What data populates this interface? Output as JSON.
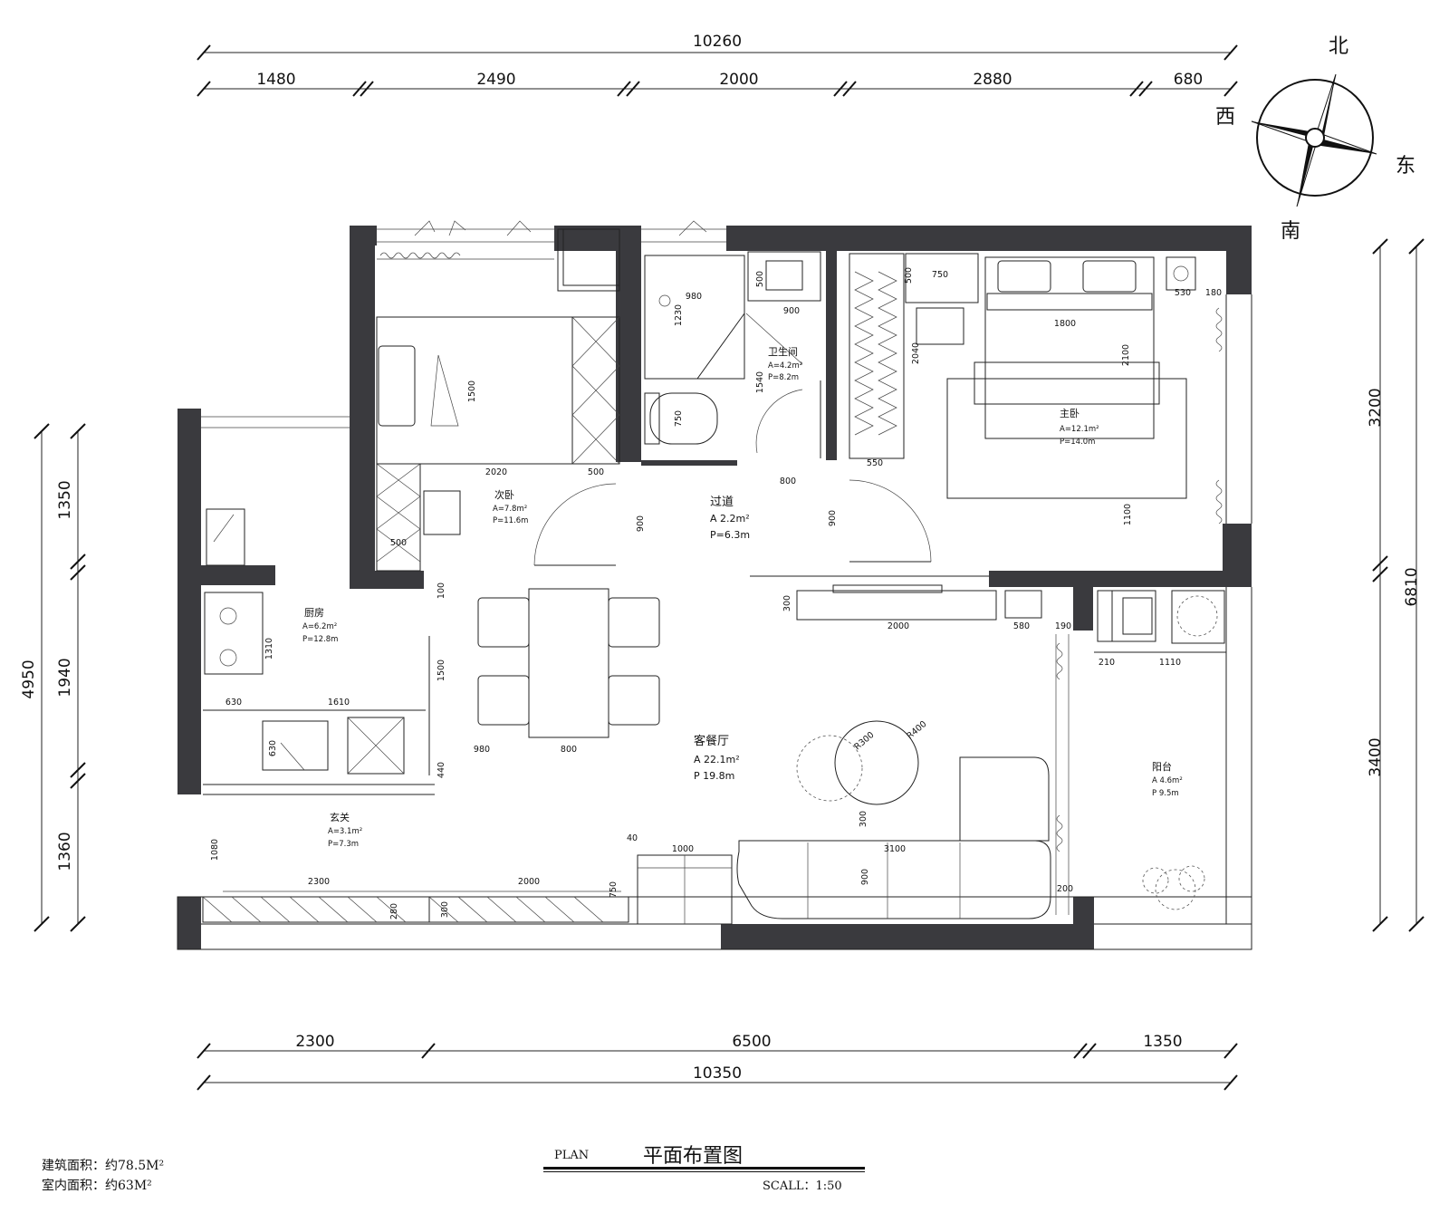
{
  "top_dims": {
    "overall": "10260",
    "segments": [
      "1480",
      "2490",
      "2000",
      "2880",
      "680"
    ]
  },
  "bottom_dims": {
    "overall": "10350",
    "segments": [
      "2300",
      "6500",
      "1350"
    ]
  },
  "left_dims": {
    "overall": "4950",
    "segments": [
      "1350",
      "1940",
      "1360"
    ]
  },
  "right_dims": {
    "overall": "6810",
    "segments": [
      "3200",
      "3400"
    ]
  },
  "compass": {
    "north": "北",
    "south": "南",
    "east": "东",
    "west": "西"
  },
  "rooms": {
    "second_bedroom": {
      "name": "次卧",
      "area": "A=7.8m²",
      "perimeter": "P=11.6m"
    },
    "bathroom": {
      "name": "卫生间",
      "area": "A=4.2m²",
      "perimeter": "P=8.2m"
    },
    "corridor": {
      "name": "过道",
      "area": "A 2.2m²",
      "perimeter": "P=6.3m"
    },
    "master_bedroom": {
      "name": "主卧",
      "area": "A=12.1m²",
      "perimeter": "P=14.0m"
    },
    "kitchen": {
      "name": "厨房",
      "area": "A=6.2m²",
      "perimeter": "P=12.8m"
    },
    "living_dining": {
      "name": "客餐厅",
      "area": "A 22.1m²",
      "perimeter": "P 19.8m"
    },
    "entrance": {
      "name": "玄关",
      "area": "A=3.1m²",
      "perimeter": "P=7.3m"
    },
    "balcony": {
      "name": "阳台",
      "area": "A 4.6m²",
      "perimeter": "P 9.5m"
    }
  },
  "inner_dims": {
    "d_500_sink": "500",
    "d_980": "980",
    "d_1230": "1230",
    "d_900_sink": "900",
    "d_1540": "1540",
    "d_750_wc": "750",
    "d_500_wr": "500",
    "d_750_desk": "750",
    "d_1800": "1800",
    "d_530": "530",
    "d_180": "180",
    "d_2040": "2040",
    "d_2100": "2100",
    "d_550": "550",
    "d_1100": "1100",
    "d_1500_bed": "1500",
    "d_2020": "2020",
    "d_500_a": "500",
    "d_500_b": "500",
    "d_800_corr": "800",
    "d_900_a": "900",
    "d_900_b": "900",
    "d_100": "100",
    "d_300": "300",
    "d_2000_tv": "2000",
    "d_580": "580",
    "d_190": "190",
    "d_210": "210",
    "d_1110": "1110",
    "d_1310": "1310",
    "d_630_a": "630",
    "d_1610": "1610",
    "d_630_b": "630",
    "d_1500_din": "1500",
    "d_980_b": "980",
    "d_800_b": "800",
    "d_440": "440",
    "d_r300": "R300",
    "d_r400": "R400",
    "d_300_b": "300",
    "d_3100": "3100",
    "d_900_sofa": "900",
    "d_1080": "1080",
    "d_40": "40",
    "d_1000": "1000",
    "d_2300_cab": "2300",
    "d_2000_cab": "2000",
    "d_750_cab": "750",
    "d_280": "280",
    "d_300_cab": "300",
    "d_200": "200"
  },
  "footer": {
    "building_area": "建筑面积：约78.5M²",
    "interior_area": "室内面积：约63M²",
    "plan_label": "PLAN",
    "title": "平面布置图",
    "scale": "SCALL：1:50"
  }
}
